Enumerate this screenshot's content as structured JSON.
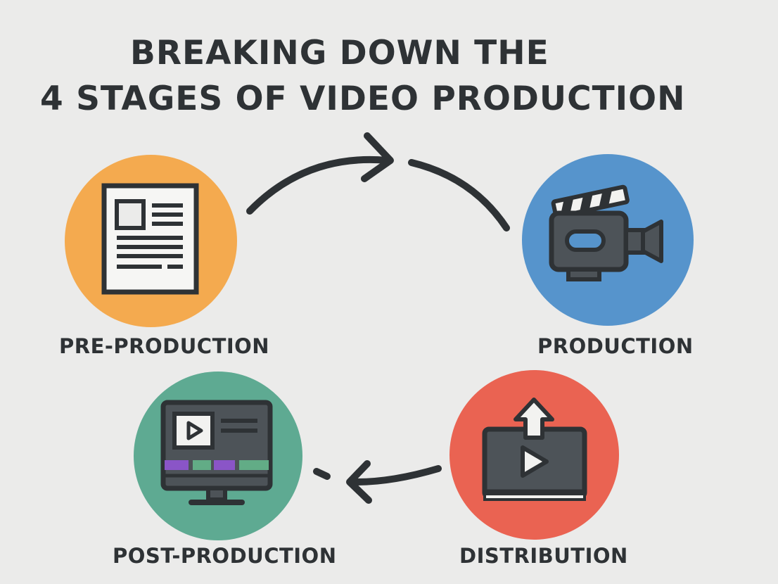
{
  "title": {
    "line1": "BREAKING DOWN THE",
    "line2": "4 STAGES OF VIDEO PRODUCTION"
  },
  "stages": [
    {
      "label": "PRE-PRODUCTION",
      "icon": "document-icon",
      "color": "#f4aa4f"
    },
    {
      "label": "PRODUCTION",
      "icon": "video-camera-icon",
      "color": "#5694cc"
    },
    {
      "label": "POST-PRODUCTION",
      "icon": "editing-monitor-icon",
      "color": "#5eaa92"
    },
    {
      "label": "DISTRIBUTION",
      "icon": "upload-video-icon",
      "color": "#ea6352"
    }
  ],
  "colors": {
    "background": "#ebebea",
    "ink": "#2e3235",
    "timeline_purple": "#8a55c7",
    "timeline_green": "#62ac86"
  }
}
